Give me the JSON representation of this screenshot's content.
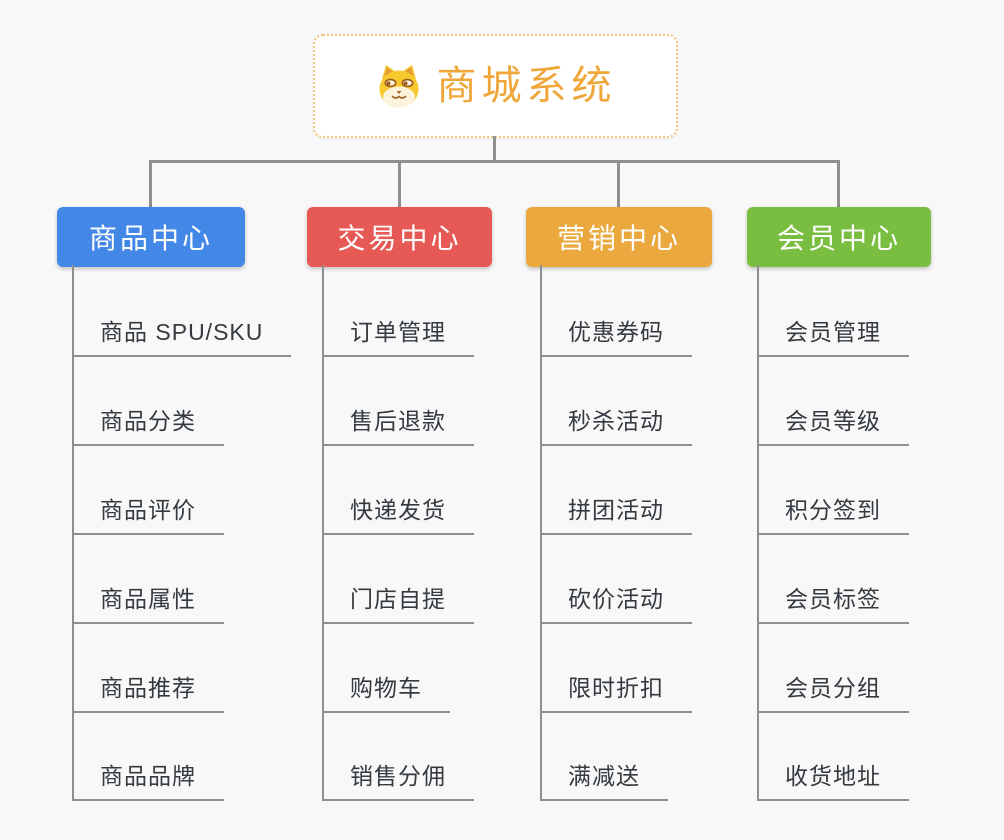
{
  "canvas": {
    "background": "#f8f8f8",
    "connector_color": "#8f8f8f"
  },
  "root": {
    "label": "商城系统",
    "icon": "dog-face-icon",
    "text_color": "#f0a73a",
    "border_color": "#f4c474"
  },
  "branches": [
    {
      "id": "product-center",
      "label": "商品中心",
      "color": "#4387e7",
      "items": [
        "商品 SPU/SKU",
        "商品分类",
        "商品评价",
        "商品属性",
        "商品推荐",
        "商品品牌"
      ]
    },
    {
      "id": "trade-center",
      "label": "交易中心",
      "color": "#e65955",
      "items": [
        "订单管理",
        "售后退款",
        "快递发货",
        "门店自提",
        "购物车",
        "销售分佣"
      ]
    },
    {
      "id": "marketing-center",
      "label": "营销中心",
      "color": "#eba83e",
      "items": [
        "优惠券码",
        "秒杀活动",
        "拼团活动",
        "砍价活动",
        "限时折扣",
        "满减送"
      ]
    },
    {
      "id": "member-center",
      "label": "会员中心",
      "color": "#79be40",
      "items": [
        "会员管理",
        "会员等级",
        "积分签到",
        "会员标签",
        "会员分组",
        "收货地址"
      ]
    }
  ]
}
